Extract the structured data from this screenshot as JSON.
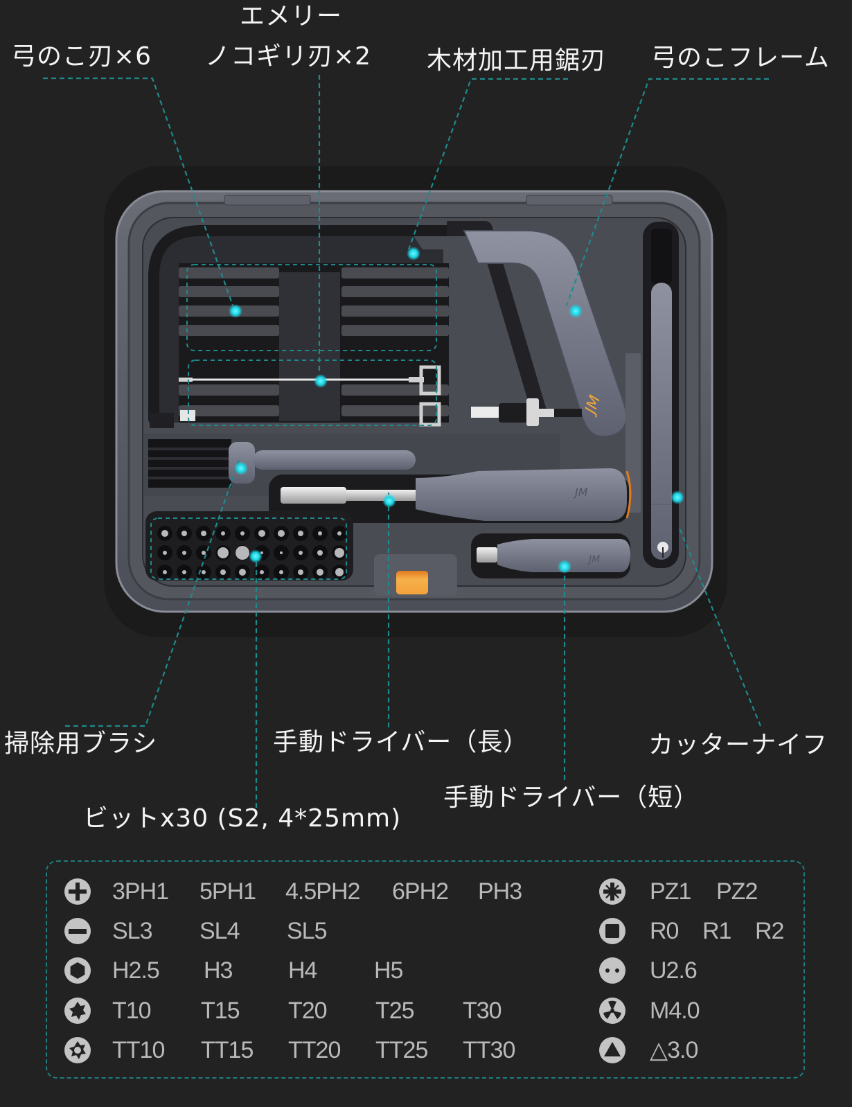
{
  "theme": {
    "background": "#222222",
    "leader_line_color": "#1f8a8c",
    "marker_color": "#19d6e6",
    "case_color": "#5b5d66",
    "tool_color": "#7b7f8c",
    "accent_orange": "#f3a23a",
    "bit_text_color": "#b9b9b9"
  },
  "callouts": {
    "hacksaw_blades": "弓のこ刃×6",
    "emery_line1": "エメリー",
    "emery_line2": "ノコギリ刃×2",
    "wood_saw_blade": "木材加工用鋸刃",
    "hacksaw_frame": "弓のこフレーム",
    "cleaning_brush": "掃除用ブラシ",
    "screwdriver_long": "手動ドライバー（長）",
    "cutter_knife": "カッターナイフ",
    "screwdriver_short": "手動ドライバー（短）",
    "bits": "ビットx30 (S2, 4*25mm)"
  },
  "product": {
    "brand_mark": "JM"
  },
  "bit_legend": {
    "left": [
      {
        "icon": "phillips-icon",
        "codes": [
          "3PH1",
          "5PH1",
          "4.5PH2",
          "6PH2",
          "PH3"
        ]
      },
      {
        "icon": "slotted-icon",
        "codes": [
          "SL3",
          "SL4",
          "SL5"
        ]
      },
      {
        "icon": "hex-icon",
        "codes": [
          "H2.5",
          "H3",
          "H4",
          "H5"
        ]
      },
      {
        "icon": "torx-icon",
        "codes": [
          "T10",
          "T15",
          "T20",
          "T25",
          "T30"
        ]
      },
      {
        "icon": "torx-tamper-icon",
        "codes": [
          "TT10",
          "TT15",
          "TT20",
          "TT25",
          "TT30"
        ]
      }
    ],
    "right": [
      {
        "icon": "pozidriv-icon",
        "codes": [
          "PZ1",
          "PZ2"
        ]
      },
      {
        "icon": "square-icon",
        "codes": [
          "R0",
          "R1",
          "R2"
        ]
      },
      {
        "icon": "u-type-icon",
        "codes": [
          "U2.6"
        ]
      },
      {
        "icon": "tri-wing-icon",
        "codes": [
          "M4.0"
        ]
      },
      {
        "icon": "triangle-icon",
        "codes": [
          "△3.0"
        ]
      }
    ]
  }
}
